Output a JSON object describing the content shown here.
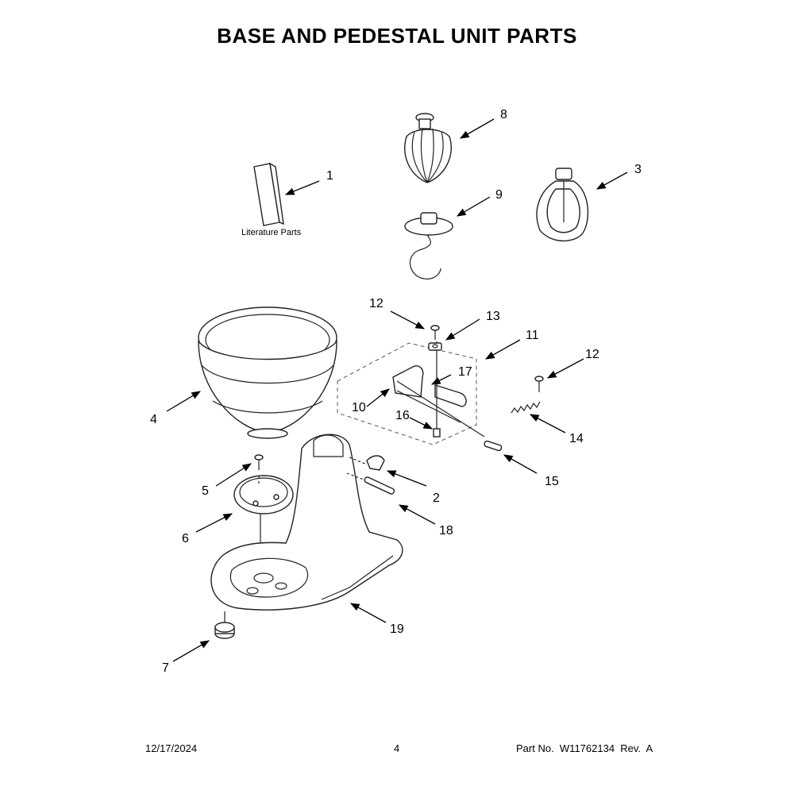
{
  "title": "BASE AND PEDESTAL UNIT PARTS",
  "literature_label": "Literature Parts",
  "callouts": {
    "c1": "1",
    "c2": "2",
    "c3": "3",
    "c4": "4",
    "c5": "5",
    "c6": "6",
    "c7": "7",
    "c8": "8",
    "c9": "9",
    "c10": "10",
    "c11": "11",
    "c12a": "12",
    "c12b": "12",
    "c13": "13",
    "c14": "14",
    "c15": "15",
    "c16": "16",
    "c17": "17",
    "c18": "18",
    "c19": "19"
  },
  "footer": {
    "date": "12/17/2024",
    "page": "4",
    "part_no": "Part No.  W11762134  Rev.  A"
  }
}
